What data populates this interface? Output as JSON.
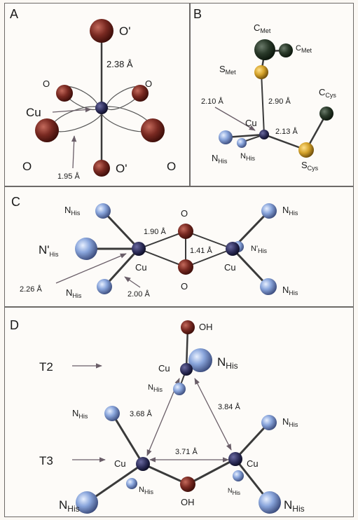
{
  "panels": {
    "a": {
      "letter": "A",
      "o_prime_top": "O'",
      "o_prime_bottom": "O'",
      "o_upper_left": "O",
      "o_upper_right": "O",
      "o_lower_left": "O",
      "o_lower_right": "O",
      "cu": "Cu",
      "d_axial": "2.38 Å",
      "d_equatorial": "1.95 Å"
    },
    "b": {
      "letter": "B",
      "c": "C",
      "met": "Met",
      "s": "S",
      "cys": "Cys",
      "n": "N",
      "his": "His",
      "cu": "Cu",
      "d_his": "2.10 Å",
      "d_met": "2.90 Å",
      "d_cys": "2.13 Å"
    },
    "c": {
      "letter": "C",
      "n": "N",
      "his": "His",
      "n_prime": "N'",
      "cu": "Cu",
      "o": "O",
      "d_cu_o": "1.90 Å",
      "d_o_o": "1.41 Å",
      "d_n_prime": "2.26 Å",
      "d_cu_n": "2.00 Å"
    },
    "d": {
      "letter": "D",
      "t2": "T2",
      "t3": "T3",
      "oh": "OH",
      "cu": "Cu",
      "n": "N",
      "his": "His",
      "d_left": "3.68 Å",
      "d_right": "3.84 Å",
      "d_bottom": "3.71 Å"
    }
  },
  "colors": {
    "oxygen": "#7a2a22",
    "copper": "#2a2a55",
    "nitrogen": "#8aa6dc",
    "sulfur": "#d4a22a",
    "carbon": "#2a3a2a",
    "bond": "#3a3a3a",
    "arrow": "#8a7e88"
  }
}
